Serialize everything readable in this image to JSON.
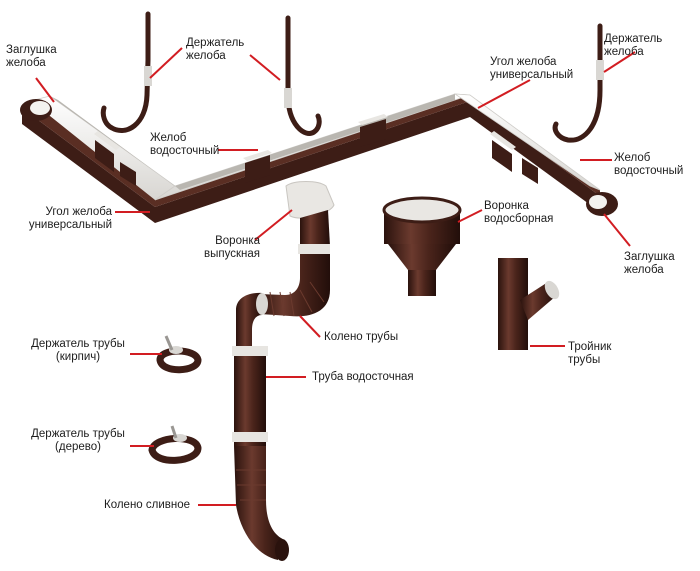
{
  "colors": {
    "product_brown": "#3d1d16",
    "product_brown_light": "#6b3a2e",
    "inner_white": "#f0efec",
    "leader_red": "#d21d22",
    "label_text": "#1d1d1d"
  },
  "labels": {
    "end_cap_left": [
      "Заглушка",
      "желоба"
    ],
    "gutter_holder_left": [
      "Держатель",
      "желоба"
    ],
    "gutter_corner_top": [
      "Угол желоба",
      "универсальный"
    ],
    "gutter_holder_right": [
      "Держатель",
      "желоба"
    ],
    "gutter_left": [
      "Желоб",
      "водосточный"
    ],
    "gutter_right": [
      "Желоб",
      "водосточный"
    ],
    "gutter_corner_left": [
      "Угол желоба",
      "универсальный"
    ],
    "collector_funnel": [
      "Воронка",
      "водосборная"
    ],
    "outlet_funnel": [
      "Воронка",
      "выпускная"
    ],
    "end_cap_right": [
      "Заглушка",
      "желоба"
    ],
    "pipe_elbow": "Колено трубы",
    "tee": [
      "Тройник",
      "трубы"
    ],
    "pipe_holder_brick": [
      "Держатель трубы",
      "(кирпич)"
    ],
    "downpipe": "Труба водосточная",
    "pipe_holder_wood": [
      "Держатель трубы",
      "(дерево)"
    ],
    "drain_elbow": "Колено сливное"
  }
}
